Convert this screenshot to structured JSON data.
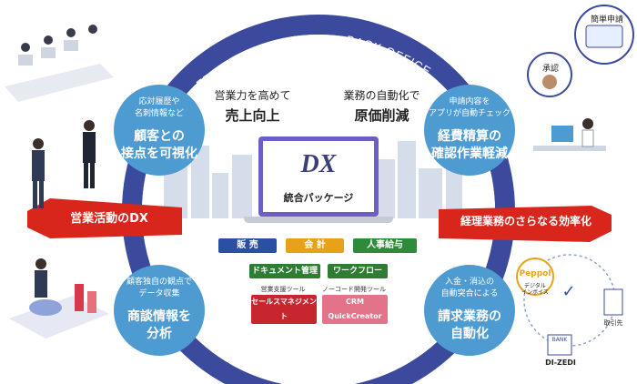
{
  "ring": {
    "front_label": "FRONT OFFICE",
    "back_label": "BACK OFFICE"
  },
  "center": {
    "left_sub": "営業力を高めて",
    "left_main": "売上向上",
    "right_sub": "業務の自動化で",
    "right_main": "原価削減",
    "logo_mark": "DX",
    "logo_text": "統合パッケージ"
  },
  "modules": {
    "row1": [
      "販 売",
      "会 計",
      "人事給与"
    ],
    "row2": [
      "ドキュメント管理",
      "ワークフロー"
    ],
    "sales_tool_caption": "営業支援ツール",
    "sales_tool": "セールスマネジメント",
    "nocode_caption": "ノーコード開発ツール",
    "nocode_tool": "CRM QuickCreator"
  },
  "bubbles": {
    "top_left": {
      "sub": [
        "応対履歴や",
        "名刺情報など"
      ],
      "main": [
        "顧客との",
        "接点を可視化"
      ]
    },
    "bottom_left": {
      "sub": [
        "顧客独自の観点で",
        "データ収集"
      ],
      "main": [
        "商談情報を",
        "分析"
      ]
    },
    "top_right": {
      "sub": [
        "申請内容を",
        "アプリが自動チェック"
      ],
      "main": [
        "経費精算の",
        "確認作業軽減"
      ]
    },
    "bottom_right": {
      "sub": [
        "入金・消込の",
        "自動突合による"
      ],
      "main": [
        "請求業務の",
        "自動化"
      ]
    }
  },
  "banners": {
    "left": "営業活動のDX",
    "right": "経理業務のさらなる効率化"
  },
  "right_side": {
    "simple_apply": "簡単申請",
    "approve": "承認",
    "peppol": "Peppol",
    "peppol_caption": [
      "デジタル",
      "インボイス"
    ],
    "bank": "BANK",
    "partner": "取引先",
    "dizedi": "DI-ZEDI"
  },
  "colors": {
    "ring": "#3b4a9c",
    "bubble": "#4e9bd1",
    "banner": "#d9261c",
    "sales": "#2a4fa3",
    "accounting": "#e8a21a",
    "hr": "#2e8b3c",
    "doc": "#2e7d32",
    "sales_tool": "#c8262e",
    "nocode": "#e27389"
  }
}
